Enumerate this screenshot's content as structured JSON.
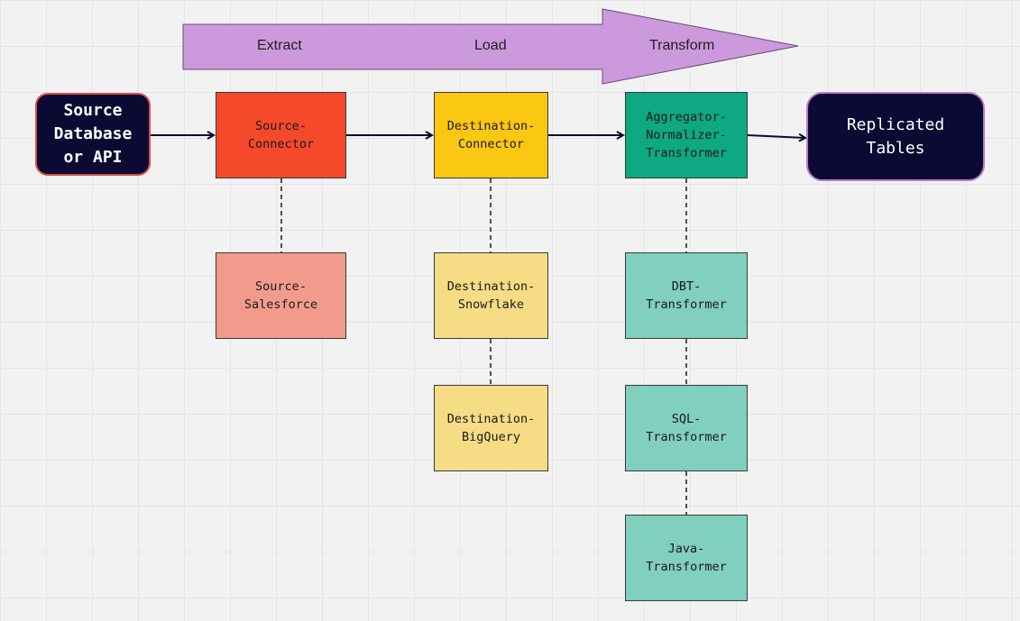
{
  "phases": [
    "Extract",
    "Load",
    "Transform"
  ],
  "nodes": {
    "source": "Source\nDatabase\nor API",
    "source_connector": "Source-\nConnector",
    "source_salesforce": "Source-\nSalesforce",
    "destination_connector": "Destination-\nConnector",
    "destination_snowflake": "Destination-\nSnowflake",
    "destination_bigquery": "Destination-\nBigQuery",
    "aggregator": "Aggregator-\nNormalizer-\nTransformer",
    "dbt": "DBT-\nTransformer",
    "sql": "SQL-\nTransformer",
    "java": "Java-\nTransformer",
    "replicated": "Replicated\nTables"
  },
  "colors": {
    "phase_arrow": "#cc99dd",
    "source_connector": "#f4492a",
    "source_salesforce": "#f29b8c",
    "destination_connector": "#fac713",
    "destination_variant": "#f5dc85",
    "aggregator": "#0ea882",
    "transformer_variant": "#80cfbf",
    "terminal": "#0b0a33",
    "link": "#0b0a33"
  }
}
